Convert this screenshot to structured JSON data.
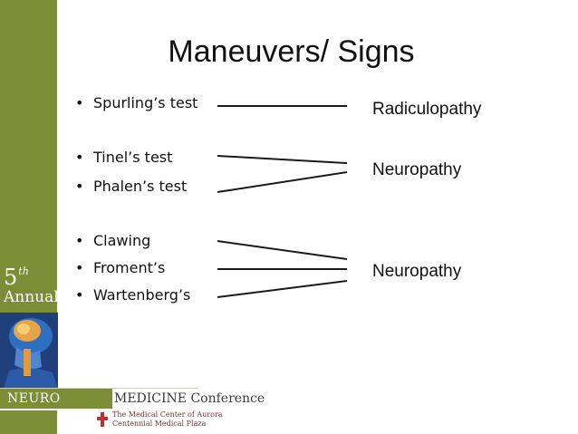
{
  "slide": {
    "title": "Maneuvers/ Signs",
    "bullet_char": "•",
    "bullets": [
      "Spurling’s test",
      "Tinel’s test",
      "Phalen’s test",
      "Clawing",
      "Froment’s",
      "Wartenberg’s"
    ],
    "results": [
      "Radiculopathy",
      "Neuropathy",
      "Neuropathy"
    ]
  },
  "branding": {
    "annual_number": "5",
    "annual_suffix": "th",
    "annual_word": "Annual",
    "conference_highlight": "NEURO",
    "conference_rest": "MEDICINE Conference",
    "sponsor_line1": "The Medical Center of Aurora",
    "sponsor_line2": "Centennial Medical Plaza",
    "accent_color": "#7d8c36"
  }
}
